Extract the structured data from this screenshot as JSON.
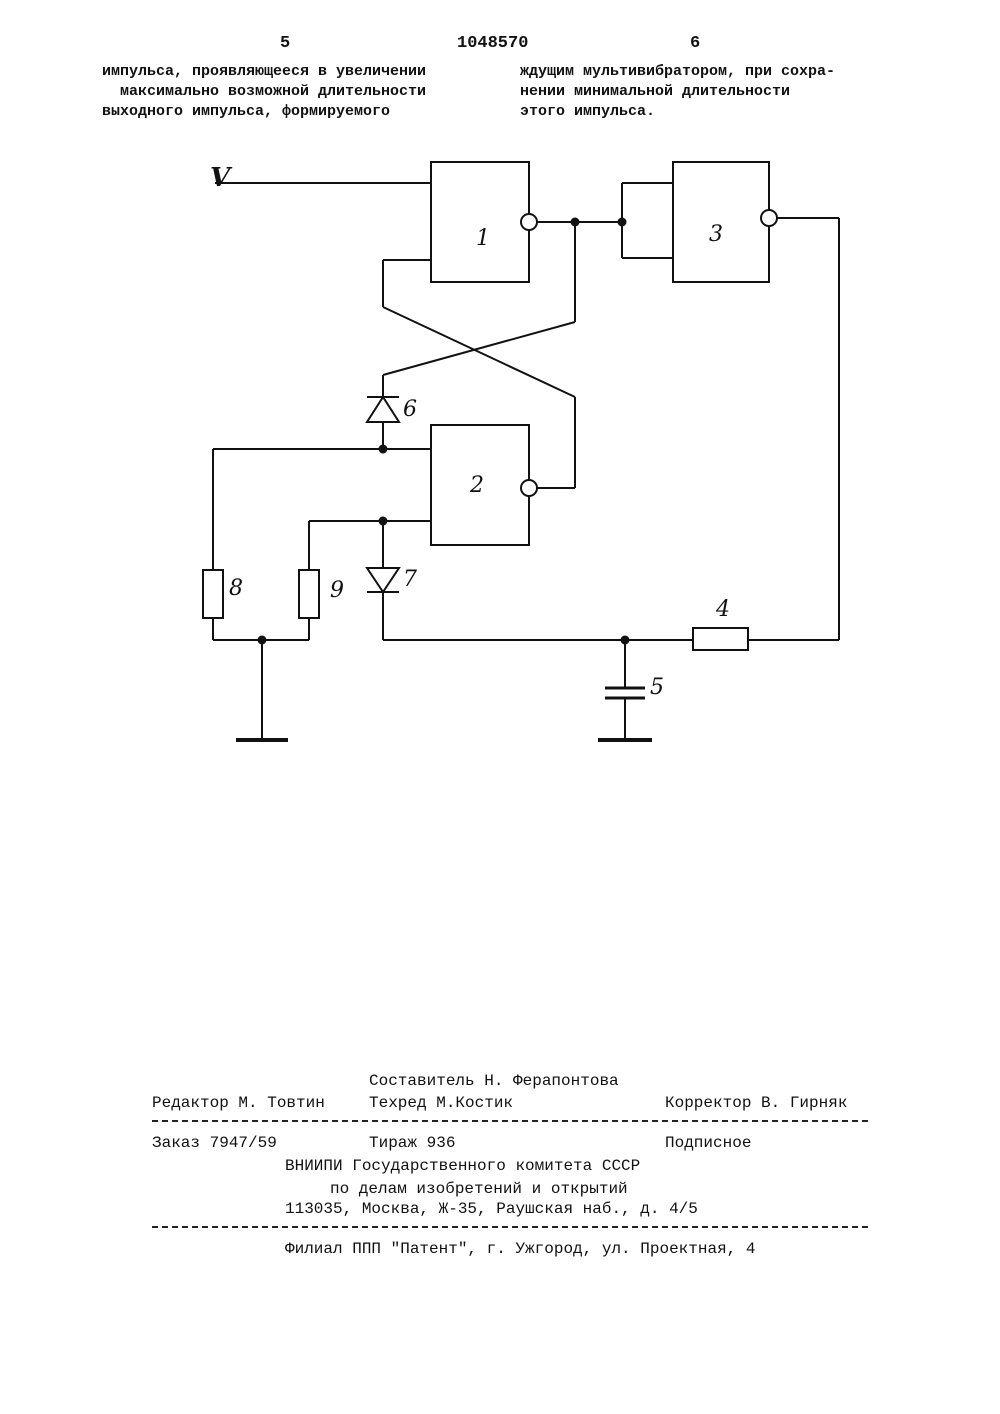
{
  "header": {
    "page_left": "5",
    "patent_number": "1048570",
    "page_right": "6"
  },
  "text": {
    "left_column": [
      "импульса, проявляющееся в увеличении",
      "максимально возможной длительности",
      "выходного импульса, формируемого"
    ],
    "right_column": [
      "ждущим мультивибратором, при сохра-",
      "нении минимальной длительности",
      "этого импульса."
    ]
  },
  "schematic": {
    "input_label": "V",
    "element_labels": [
      "1",
      "2",
      "3",
      "4",
      "5",
      "6",
      "7",
      "8",
      "9"
    ]
  },
  "imprint": {
    "compiler": "Составитель Н. Ферапонтова",
    "editor": "Редактор М. Товтин",
    "techred": "Техред М.Костик",
    "corrector": "Корректор В. Гирняк",
    "order": "Заказ 7947/59",
    "circulation": "Тираж 936",
    "subscription": "Подписное",
    "org_line1": "ВНИИПИ Государственного комитета СССР",
    "org_line2": "по делам изобретений и открытий",
    "address": "113035, Москва, Ж-35, Раушская наб., д. 4/5",
    "branch": "Филиал ППП \"Патент\", г. Ужгород, ул. Проектная, 4"
  }
}
